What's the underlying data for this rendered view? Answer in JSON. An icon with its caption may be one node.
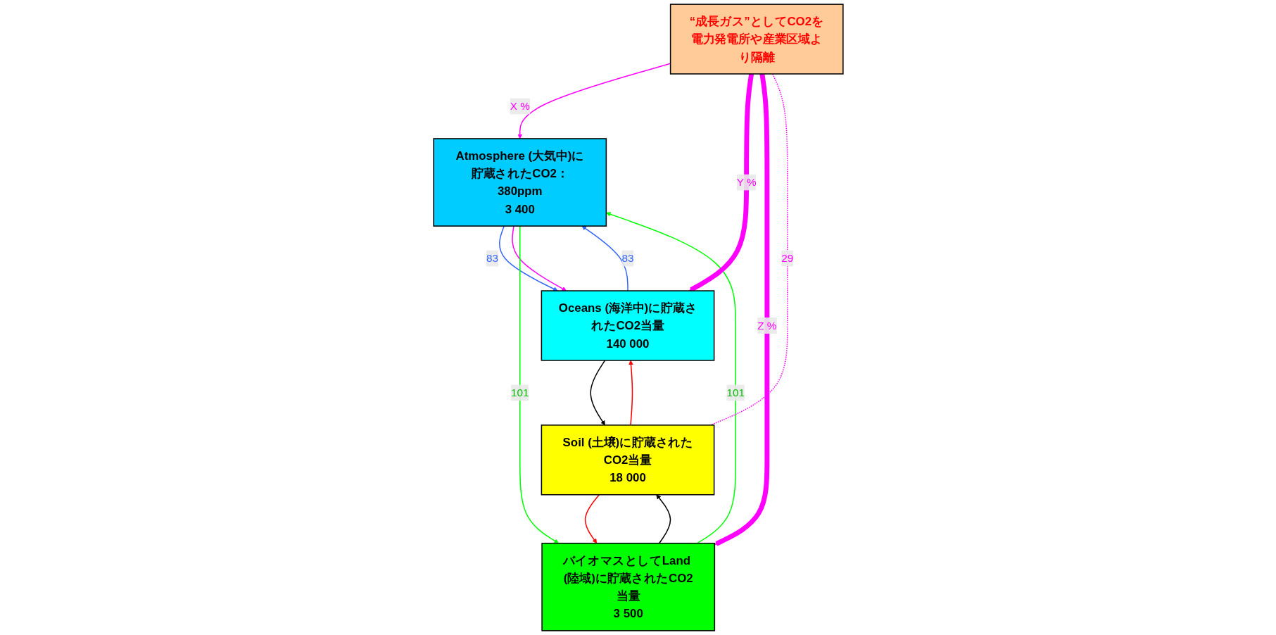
{
  "diagram": {
    "nodes": [
      {
        "text": [
          "Atmosphere (大気中)に貯蔵されたCO2：380ppm",
          "3 400"
        ]
      },
      {
        "text": [
          "Oceans (海洋中)に貯蔵されたCO2当量",
          "140 000"
        ]
      },
      {
        "text": [
          "“成長ガス”としてCO2を電力発電所や産業区域より隔離"
        ]
      },
      {
        "text": [
          "バイオマスとしてLand (陸域)に貯蔵されたCO2当量",
          "3 500"
        ]
      },
      {
        "text": [
          "Soil (土壌)に貯蔵されたCO2当量",
          "18 000"
        ]
      }
    ],
    "edges": [
      {
        "from": 0,
        "to": 1,
        "arrow": "to",
        "label": "83",
        "color": "#3366ff"
      },
      {
        "from": 1,
        "to": 0,
        "arrow": "to",
        "label": "83",
        "color": "#3366ff"
      },
      {
        "from": 0,
        "to": 1,
        "arrow": "to",
        "color": "#ff00ff"
      },
      {
        "from": 2,
        "to": 0,
        "arrow": "to",
        "label": "X %",
        "color": "#ff00ff"
      },
      {
        "from": 3,
        "to": 0,
        "arrow": "to",
        "label": "101",
        "color": "#00ff00"
      },
      {
        "from": 0,
        "to": 3,
        "arrow": "to",
        "label": "101",
        "color": "#00ff00"
      },
      {
        "from": 2,
        "to": 1,
        "arrow": "to",
        "label": "Y %",
        "style": "thick",
        "color": "#ff00ff"
      },
      {
        "from": 2,
        "to": 3,
        "arrow": "to",
        "label": "Z %",
        "style": "thick",
        "color": "#ff00ff"
      },
      {
        "from": 1,
        "to": 4,
        "arrow": "to",
        "color": "#000000"
      },
      {
        "from": 4,
        "to": 1,
        "arrow": "to",
        "color": "#ff0000"
      },
      {
        "from": 2,
        "to": 4,
        "arrow": "none",
        "label": "29",
        "style": "dashed",
        "color": "#ff00ff"
      },
      {
        "from": 4,
        "to": 3,
        "arrow": "to",
        "color": "#ff0000"
      },
      {
        "from": 3,
        "to": 4,
        "arrow": "to",
        "color": "#000000"
      }
    ]
  }
}
